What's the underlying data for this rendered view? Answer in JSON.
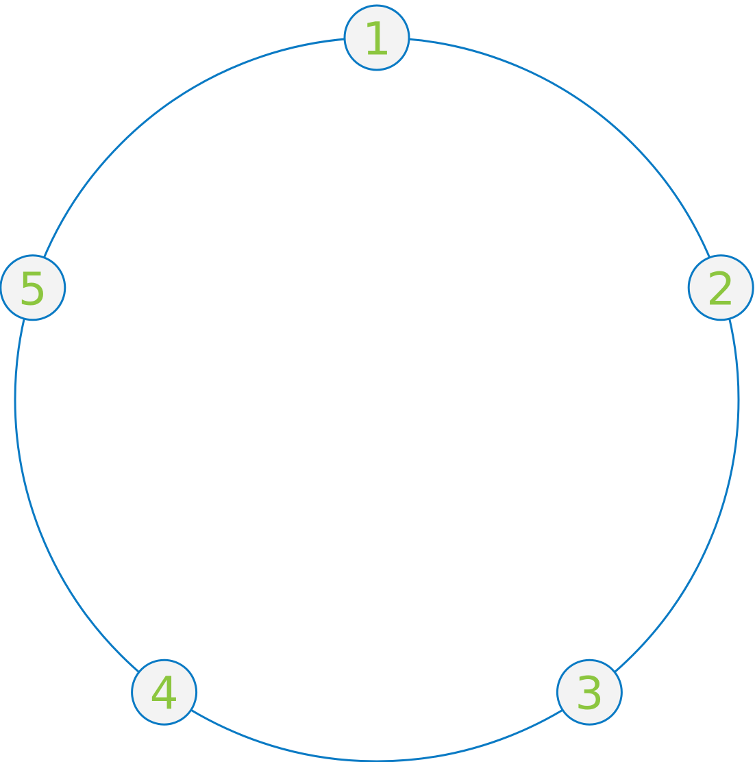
{
  "diagram": {
    "type": "ring",
    "nodes": [
      {
        "label": "1"
      },
      {
        "label": "2"
      },
      {
        "label": "3"
      },
      {
        "label": "4"
      },
      {
        "label": "5"
      }
    ]
  },
  "colors": {
    "ring": "#0a7ac4",
    "node_border": "#0a7ac4",
    "node_fill": "#f3f3f3",
    "label": "#8cc63f",
    "background": "#ffffff"
  }
}
